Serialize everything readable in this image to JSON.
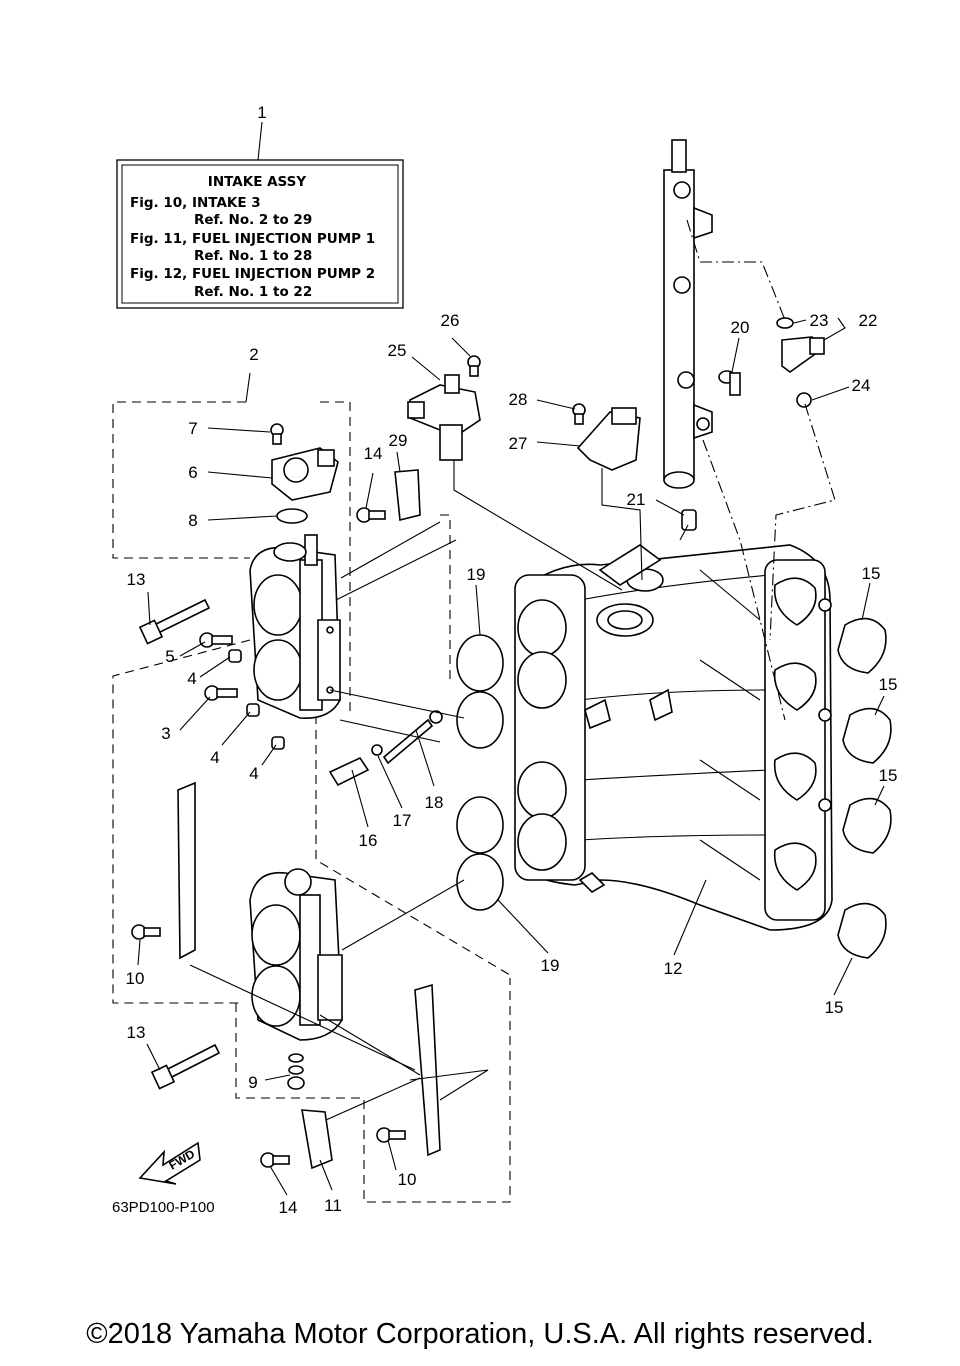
{
  "info_box": {
    "title": "INTAKE ASSY",
    "lines": [
      "Fig. 10, INTAKE 3",
      "Ref. No. 2 to 29",
      "Fig. 11, FUEL INJECTION PUMP 1",
      "Ref. No. 1 to 28",
      "Fig. 12, FUEL INJECTION PUMP 2",
      "Ref. No. 1 to 22"
    ]
  },
  "callouts": {
    "c1": "1",
    "c2": "2",
    "c3": "3",
    "c4a": "4",
    "c4b": "4",
    "c4c": "4",
    "c5": "5",
    "c6": "6",
    "c7": "7",
    "c8": "8",
    "c9": "9",
    "c10a": "10",
    "c10b": "10",
    "c11": "11",
    "c12": "12",
    "c13a": "13",
    "c13b": "13",
    "c14a": "14",
    "c14b": "14",
    "c15a": "15",
    "c15b": "15",
    "c15c": "15",
    "c15d": "15",
    "c16": "16",
    "c17": "17",
    "c18": "18",
    "c19a": "19",
    "c19b": "19",
    "c20": "20",
    "c21": "21",
    "c22": "22",
    "c23": "23",
    "c24": "24",
    "c25": "25",
    "c26": "26",
    "c27": "27",
    "c28": "28",
    "c29": "29"
  },
  "fwd_label": "FWD",
  "diagram_code": "63PD100-P100",
  "copyright": "©2018 Yamaha Motor Corporation, U.S.A. All rights reserved."
}
